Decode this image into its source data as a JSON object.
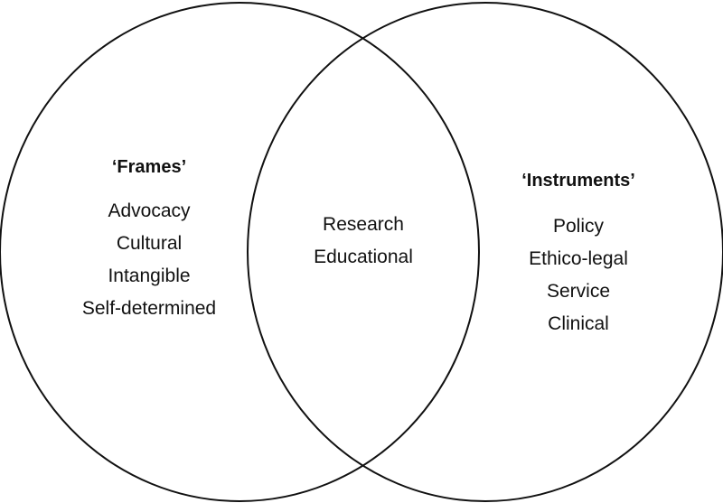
{
  "left_set": {
    "title": "‘Frames’",
    "items": [
      "Advocacy",
      "Cultural",
      "Intangible",
      "Self-determined"
    ]
  },
  "overlap": {
    "items": [
      "Research",
      "Educational"
    ]
  },
  "right_set": {
    "title": "‘Instruments’",
    "items": [
      "Policy",
      "Ethico-legal",
      "Service",
      "Clinical"
    ]
  },
  "colors": {
    "stroke": "#111111",
    "text": "#111111",
    "background": "#ffffff"
  }
}
